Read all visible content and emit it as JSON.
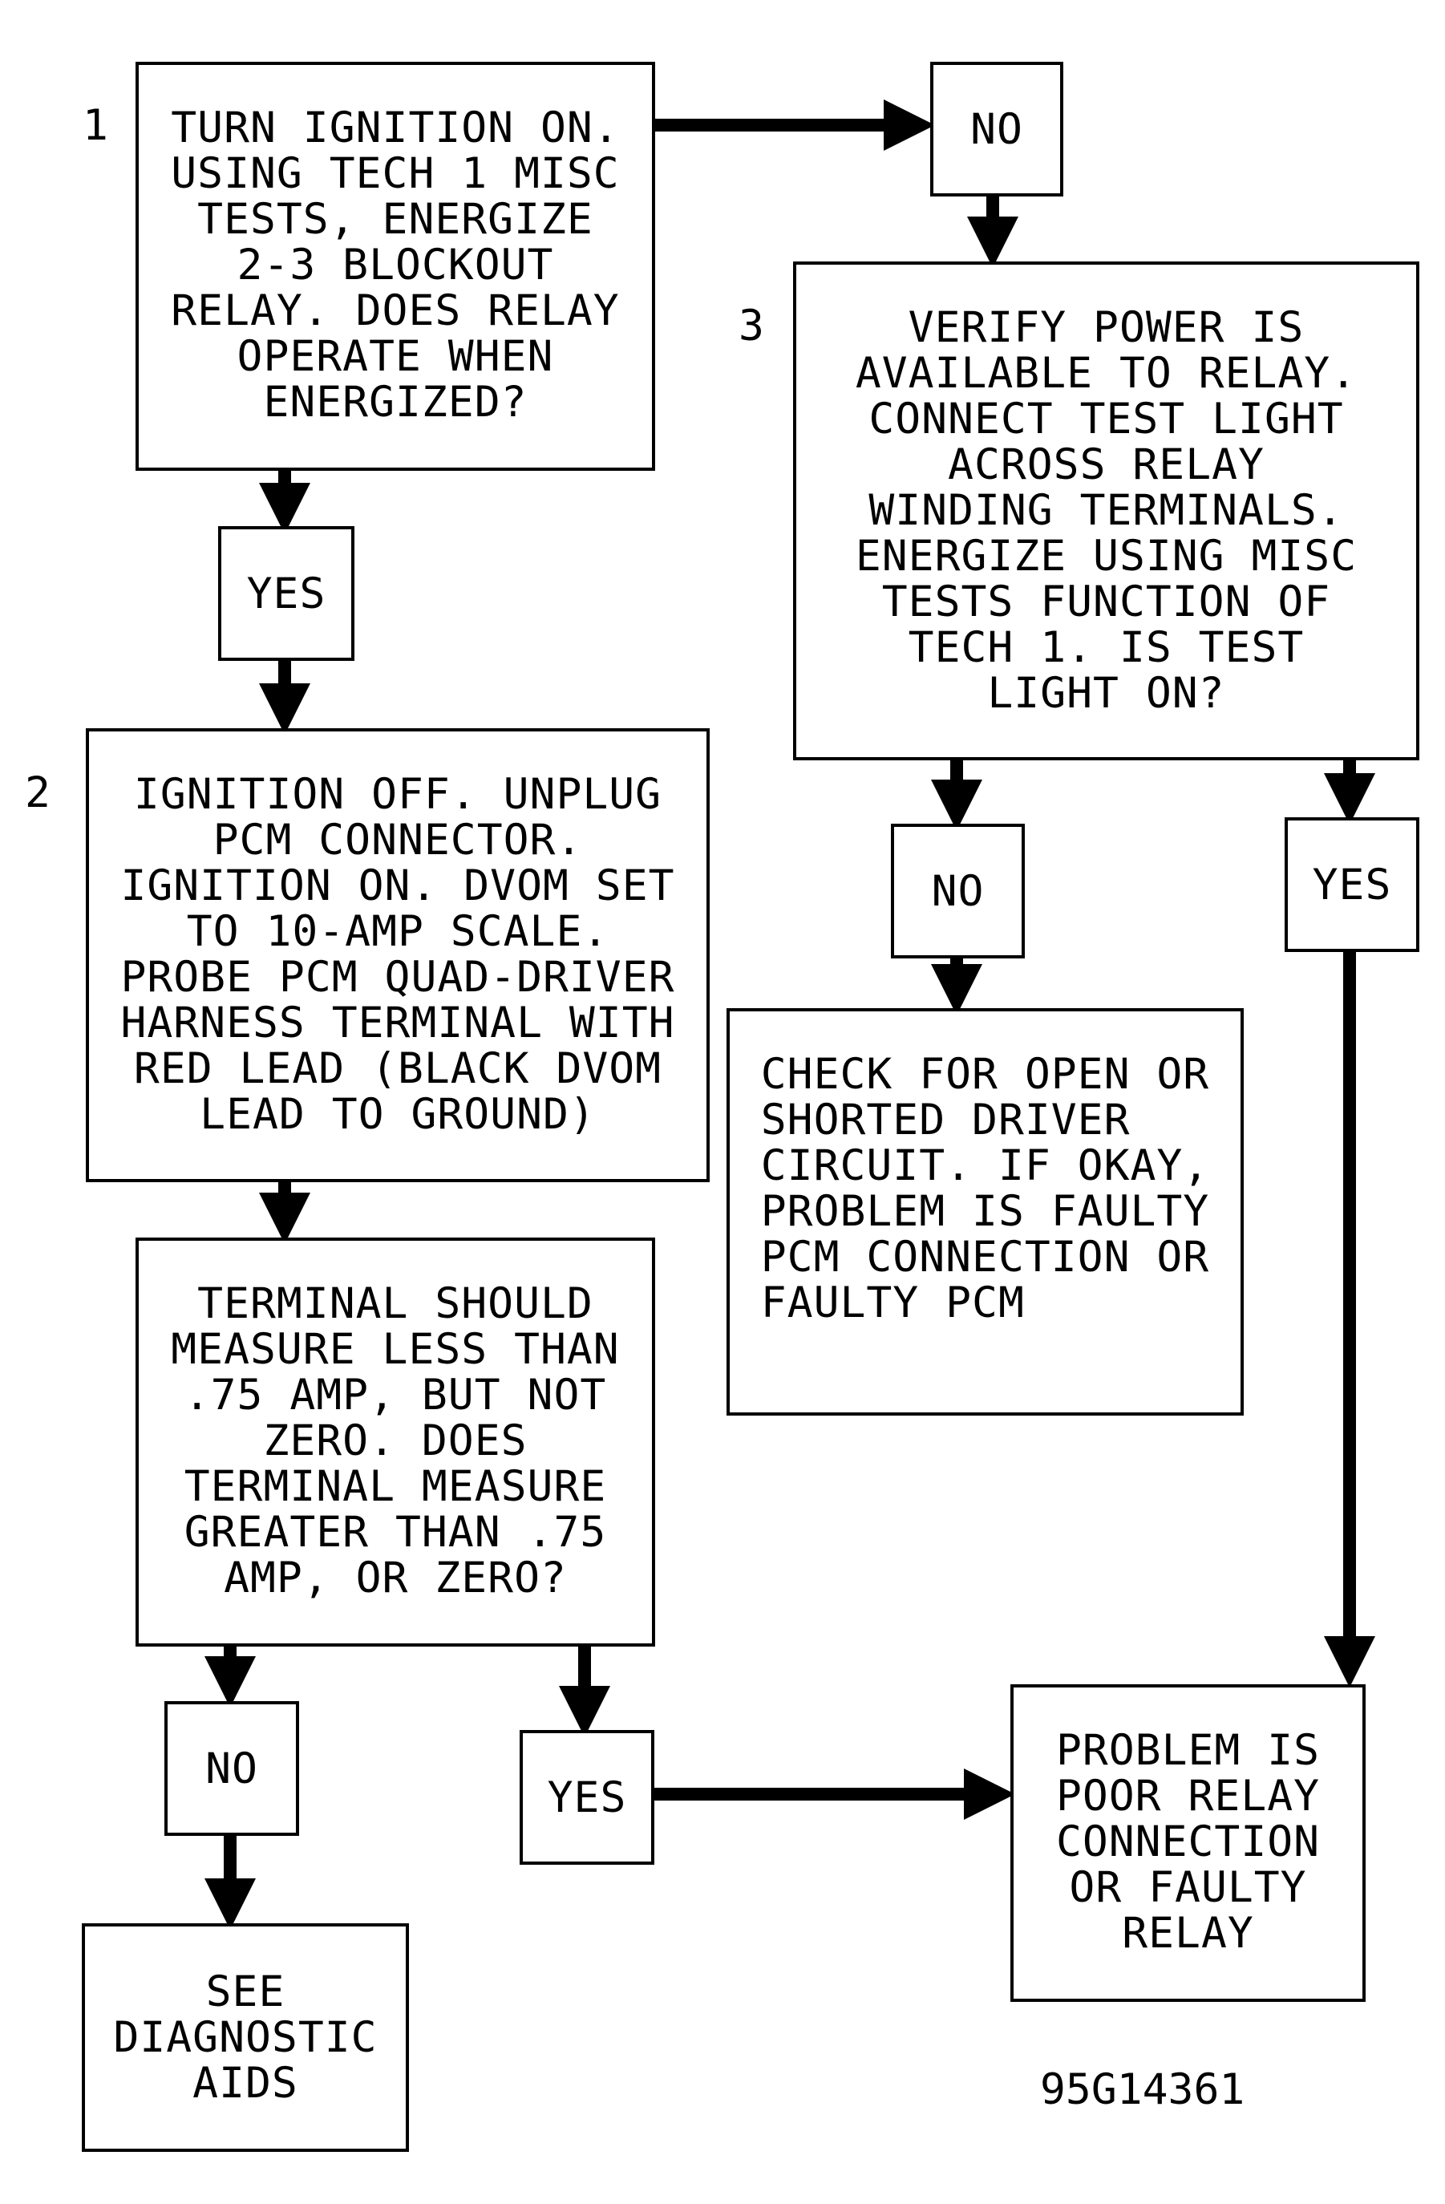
{
  "steps": {
    "s1": "1",
    "s2": "2",
    "s3": "3"
  },
  "boxes": {
    "b1": "TURN IGNITION ON.\nUSING TECH 1 MISC\nTESTS, ENERGIZE\n2-3 BLOCKOUT\nRELAY. DOES RELAY\nOPERATE WHEN\nENERGIZED?",
    "b2": "IGNITION OFF. UNPLUG\nPCM CONNECTOR.\nIGNITION ON. DVOM SET\nTO 10-AMP SCALE.\nPROBE PCM QUAD-DRIVER\nHARNESS TERMINAL WITH\nRED LEAD (BLACK DVOM\nLEAD TO GROUND)",
    "b3": "VERIFY POWER IS\nAVAILABLE TO RELAY.\nCONNECT TEST LIGHT\nACROSS RELAY\nWINDING TERMINALS.\nENERGIZE USING MISC\nTESTS FUNCTION OF\nTECH 1. IS TEST\nLIGHT ON?",
    "b4": "TERMINAL SHOULD\nMEASURE LESS THAN\n.75 AMP, BUT NOT\nZERO. DOES\nTERMINAL MEASURE\nGREATER THAN .75\nAMP, OR ZERO?",
    "b5": "CHECK FOR OPEN OR\nSHORTED DRIVER\nCIRCUIT. IF OKAY,\nPROBLEM IS FAULTY\nPCM CONNECTION OR\nFAULTY PCM",
    "b6": "SEE\nDIAGNOSTIC\nAIDS",
    "b7": "PROBLEM IS\nPOOR RELAY\nCONNECTION\nOR FAULTY\nRELAY"
  },
  "answers": {
    "no1": "NO",
    "yes1": "YES",
    "no3": "NO",
    "yes3": "YES",
    "no4": "NO",
    "yes4": "YES"
  },
  "figure_id": "95G14361"
}
